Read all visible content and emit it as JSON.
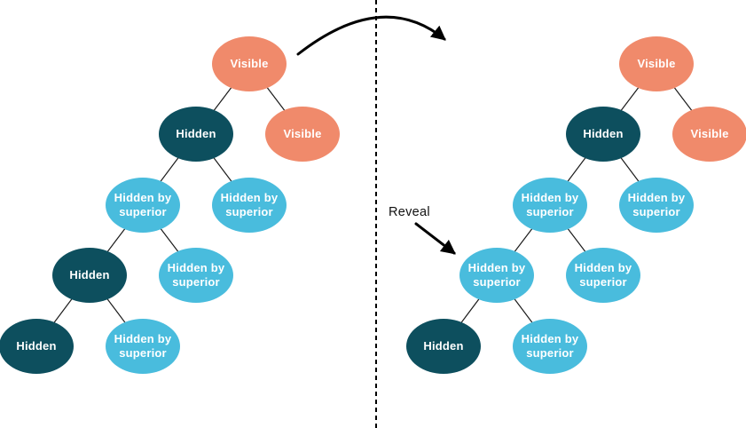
{
  "colors": {
    "visible": "#f08a6b",
    "hidden": "#0d4f5e",
    "hidden_by_superior": "#49bcdd",
    "node_text": "#ffffff",
    "edge": "#1a1a1a",
    "arrow": "#000000"
  },
  "annotations": {
    "reveal_label": "Reveal"
  },
  "left_tree": {
    "nodes": [
      {
        "label": "Visible",
        "state": "visible"
      },
      {
        "label": "Hidden",
        "state": "hidden"
      },
      {
        "label": "Visible",
        "state": "visible"
      },
      {
        "label": "Hidden by superior",
        "state": "hidden_by_superior"
      },
      {
        "label": "Hidden by superior",
        "state": "hidden_by_superior"
      },
      {
        "label": "Hidden",
        "state": "hidden"
      },
      {
        "label": "Hidden by superior",
        "state": "hidden_by_superior"
      },
      {
        "label": "Hidden",
        "state": "hidden"
      },
      {
        "label": "Hidden by superior",
        "state": "hidden_by_superior"
      }
    ],
    "edges": [
      [
        0,
        1
      ],
      [
        0,
        2
      ],
      [
        1,
        3
      ],
      [
        1,
        4
      ],
      [
        3,
        5
      ],
      [
        3,
        6
      ],
      [
        5,
        7
      ],
      [
        5,
        8
      ]
    ]
  },
  "right_tree": {
    "nodes": [
      {
        "label": "Visible",
        "state": "visible"
      },
      {
        "label": "Hidden",
        "state": "hidden"
      },
      {
        "label": "Visible",
        "state": "visible"
      },
      {
        "label": "Hidden by superior",
        "state": "hidden_by_superior"
      },
      {
        "label": "Hidden by superior",
        "state": "hidden_by_superior"
      },
      {
        "label": "Hidden by superior",
        "state": "hidden_by_superior"
      },
      {
        "label": "Hidden by superior",
        "state": "hidden_by_superior"
      },
      {
        "label": "Hidden",
        "state": "hidden"
      },
      {
        "label": "Hidden by superior",
        "state": "hidden_by_superior"
      }
    ],
    "edges": [
      [
        0,
        1
      ],
      [
        0,
        2
      ],
      [
        1,
        3
      ],
      [
        1,
        4
      ],
      [
        3,
        5
      ],
      [
        3,
        6
      ],
      [
        5,
        7
      ],
      [
        5,
        8
      ]
    ]
  }
}
